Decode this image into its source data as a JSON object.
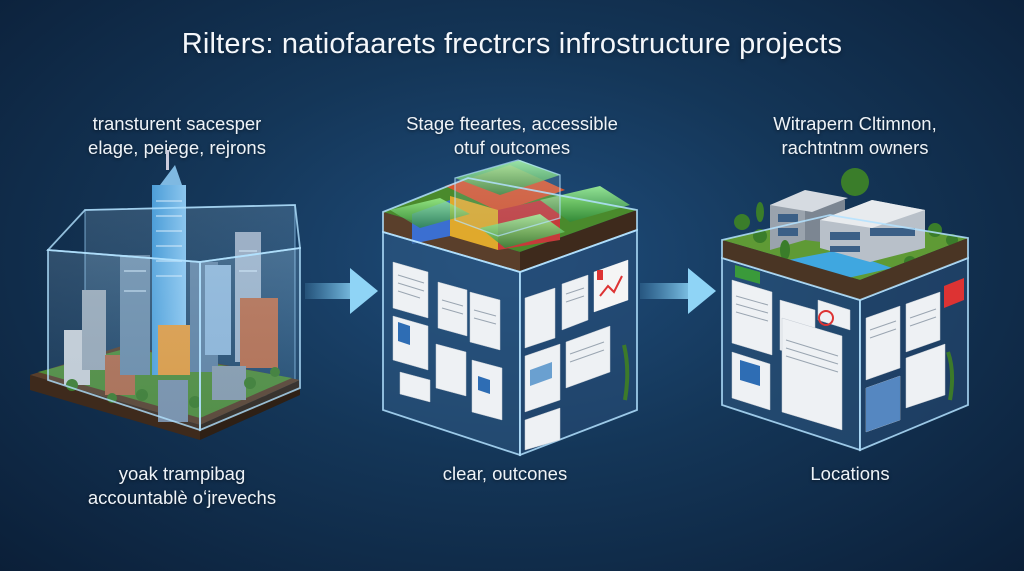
{
  "title": "Rilters: natiofaarets frectrcrs infrostructure projects",
  "stages": [
    {
      "top_lines": [
        "transturent sacesper",
        "elage, peiege, rejrons"
      ],
      "bottom_lines": [
        "yoak trampibag",
        "accountablè oʻjrevechs"
      ],
      "illustration_icon": "city-skyline-cube-icon"
    },
    {
      "top_lines": [
        "Stage fteartes, accessible",
        "otuf outcomes"
      ],
      "bottom_lines": [
        "clear, outcones"
      ],
      "illustration_icon": "document-cube-icon"
    },
    {
      "top_lines": [
        "Witrapern Cltimnon,",
        "rachtntnm owners"
      ],
      "bottom_lines": [
        "Locations"
      ],
      "illustration_icon": "building-report-cube-icon"
    }
  ],
  "colors": {
    "background": "#143658",
    "glass_edge": "#9fd8ff",
    "arrow": "#6fc3ef",
    "grass": "#5f9a35"
  }
}
